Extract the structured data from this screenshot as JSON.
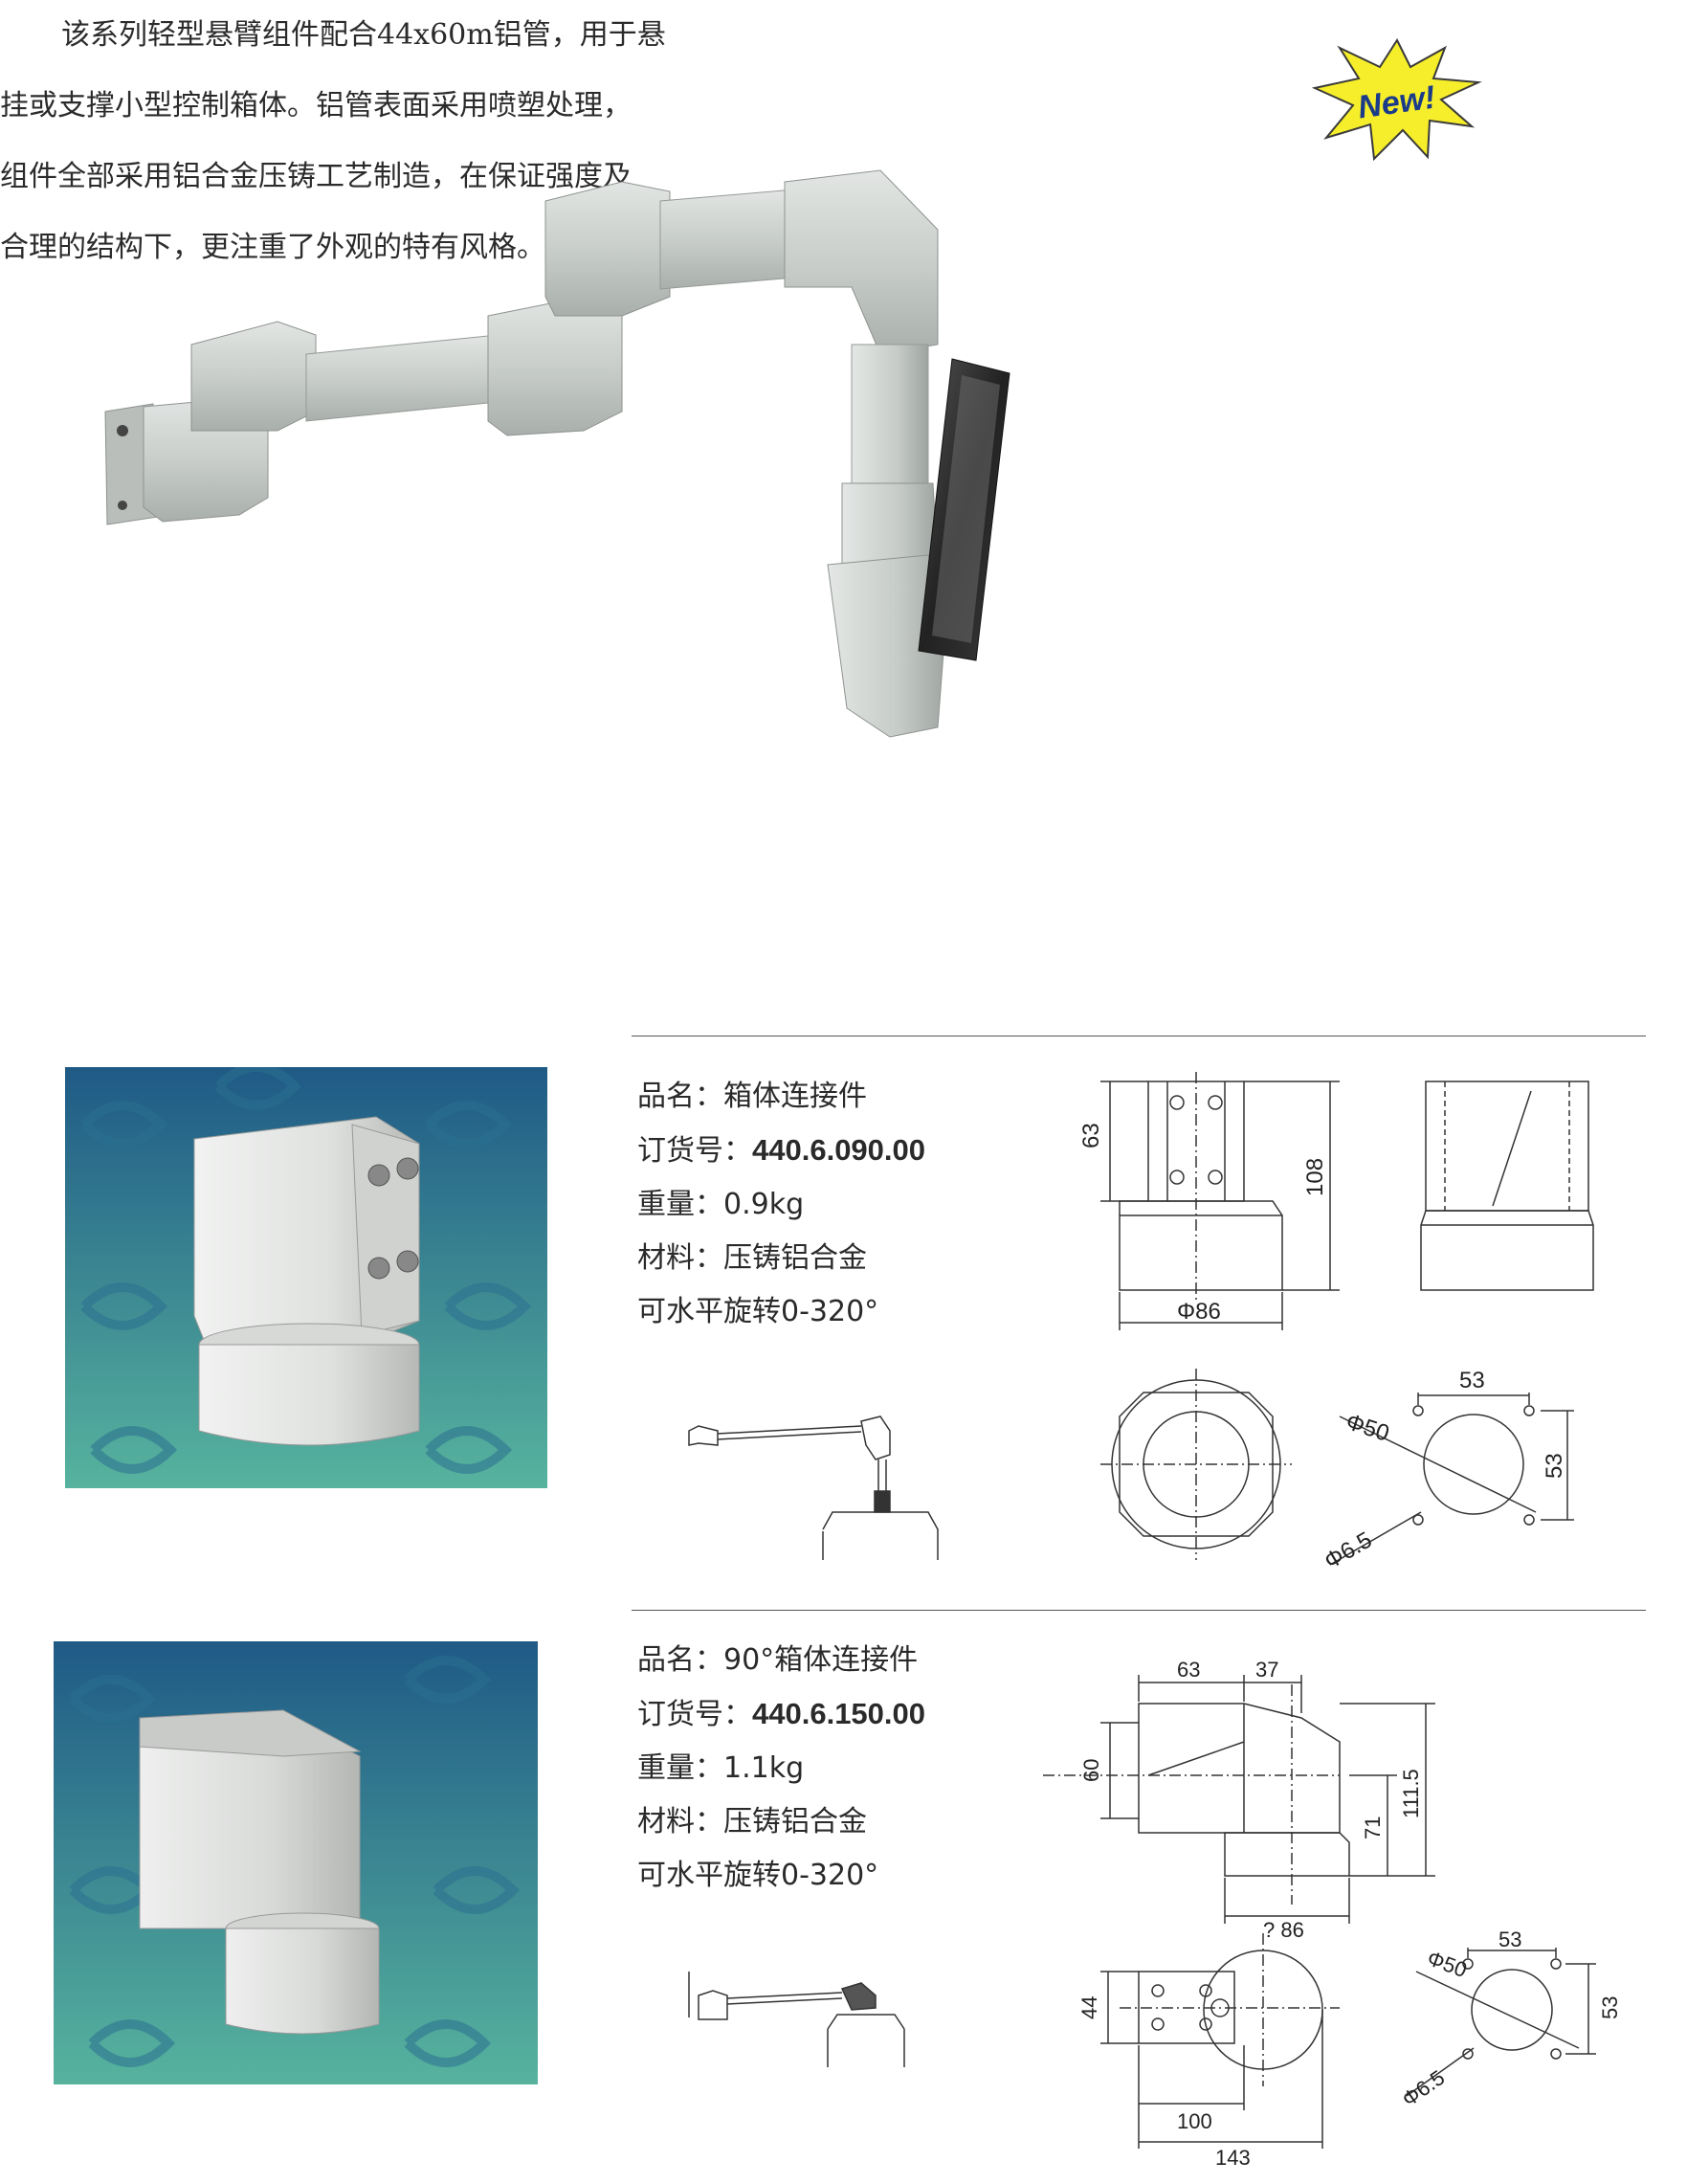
{
  "badge": {
    "text": "New!"
  },
  "intro": {
    "lines": [
      "该系列轻型悬臂组件配合44x60m铝管，用于悬",
      "挂或支撑小型控制箱体。铝管表面采用喷塑处理，",
      "组件全部采用铝合金压铸工艺制造，在保证强度及",
      "合理的结构下，更注重了外观的特有风格。"
    ]
  },
  "products": [
    {
      "name_label": "品名：",
      "name": "箱体连接件",
      "order_label": "订货号：",
      "order_no": "440.6.090.00",
      "weight_label": "重量：",
      "weight": "0.9kg",
      "material_label": "材料：",
      "material": "压铸铝合金",
      "rotation": "可水平旋转0-320°",
      "dims": {
        "h1": "63",
        "h2": "108",
        "d": "Φ86",
        "pitch_x": "53",
        "pitch_y": "53",
        "bore": "Φ50",
        "hole": "Φ6.5"
      }
    },
    {
      "name_label": "品名：",
      "name": "90°箱体连接件",
      "order_label": "订货号：",
      "order_no": "440.6.150.00",
      "weight_label": "重量：",
      "weight": "1.1kg",
      "material_label": "材料：",
      "material": "压铸铝合金",
      "rotation": "可水平旋转0-320°",
      "dims": {
        "w1": "63",
        "w2": "37",
        "h1": "60",
        "h2": "71",
        "h3": "111.5",
        "d": "? 86",
        "t": "44",
        "l1": "100",
        "l2": "143",
        "pitch_x": "53",
        "pitch_y": "53",
        "bore": "Φ50",
        "hole": "Φ6.5"
      }
    }
  ],
  "colors": {
    "arm": "#c9ceca",
    "screen": "#2b2b2b",
    "photo_bg_top": "#1f5a86",
    "photo_bg_bottom": "#57b39e",
    "badge": "#f6ee2a"
  }
}
